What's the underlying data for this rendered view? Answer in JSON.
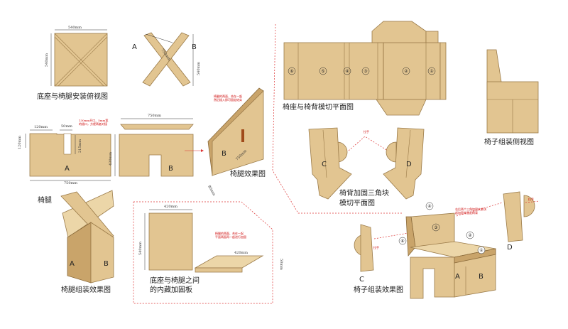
{
  "dimensions": {
    "d540": "540mm",
    "d750": "750mm",
    "d120": "120mm",
    "d50": "50mm",
    "d215": "215mm",
    "d430": "430mm",
    "d420": "420mm",
    "d80": "80mm",
    "d540b": "540mm"
  },
  "captions": {
    "base_top_view": "底座与椅腿安装俯视图",
    "legs": "椅腿",
    "legs_effect": "椅腿效果图",
    "legs_assembly_effect": "椅腿组装效果图",
    "hidden_brace_line1": "底座与椅腿之间",
    "hidden_brace_line2": "的内藏加固板",
    "seat_back_die_cut": "椅座与椅背模切平面图",
    "back_brace_line1": "椅背加固三角块",
    "back_brace_line2": "模切平面图",
    "chair_side_view": "椅子组装侧视图",
    "chair_assembly_effect": "椅子组装效果图"
  },
  "labels": {
    "A": "A",
    "B": "B",
    "C": "C",
    "D": "D"
  },
  "numbers": [
    "①",
    "②",
    "③",
    "④",
    "⑤",
    "⑥"
  ],
  "notes": {
    "slot_note_line1": "130mm开口、5mm宽",
    "slot_note_line2": "的插口，方便两者对接",
    "leg_note_line1": "椅腿的两面、合在一起",
    "leg_note_line2": "然后插入即可固定结实",
    "brace_note_line1": "椅腿的两面、合在一起",
    "brace_note_line2": "平面两面再一起进行加固",
    "handle": "拉手",
    "triangle_note_line1": "右后两个三角加固夹紧块",
    "triangle_note_line2": "起加固并固定椅背"
  },
  "colors": {
    "cardboard": "#e2c591",
    "cardboard_light": "#ecd6a8",
    "cardboard_dark": "#c9a46a",
    "annotation_red": "#d33"
  }
}
